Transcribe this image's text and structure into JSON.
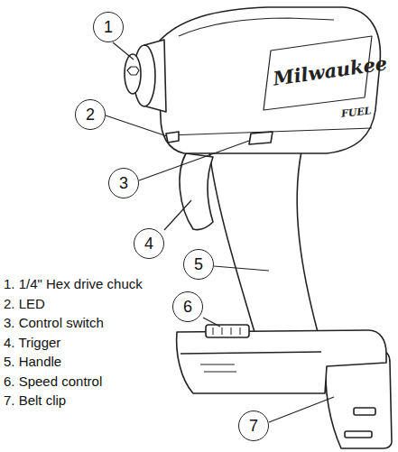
{
  "diagram": {
    "nodes": [
      {
        "text": [
          "1"
        ]
      },
      {
        "text": [
          "2"
        ]
      },
      {
        "text": [
          "3"
        ]
      },
      {
        "text": [
          "4"
        ]
      },
      {
        "text": [
          "5"
        ]
      },
      {
        "text": [
          "6"
        ]
      },
      {
        "text": [
          "7"
        ]
      }
    ],
    "labels": [
      "1. 1/4\" Hex drive chuck",
      "2. LED",
      "3. Control switch",
      "4. Trigger",
      "5. Handle",
      "6. Speed control",
      "7. Belt clip",
      "Milwaukee",
      "FUEL"
    ]
  }
}
